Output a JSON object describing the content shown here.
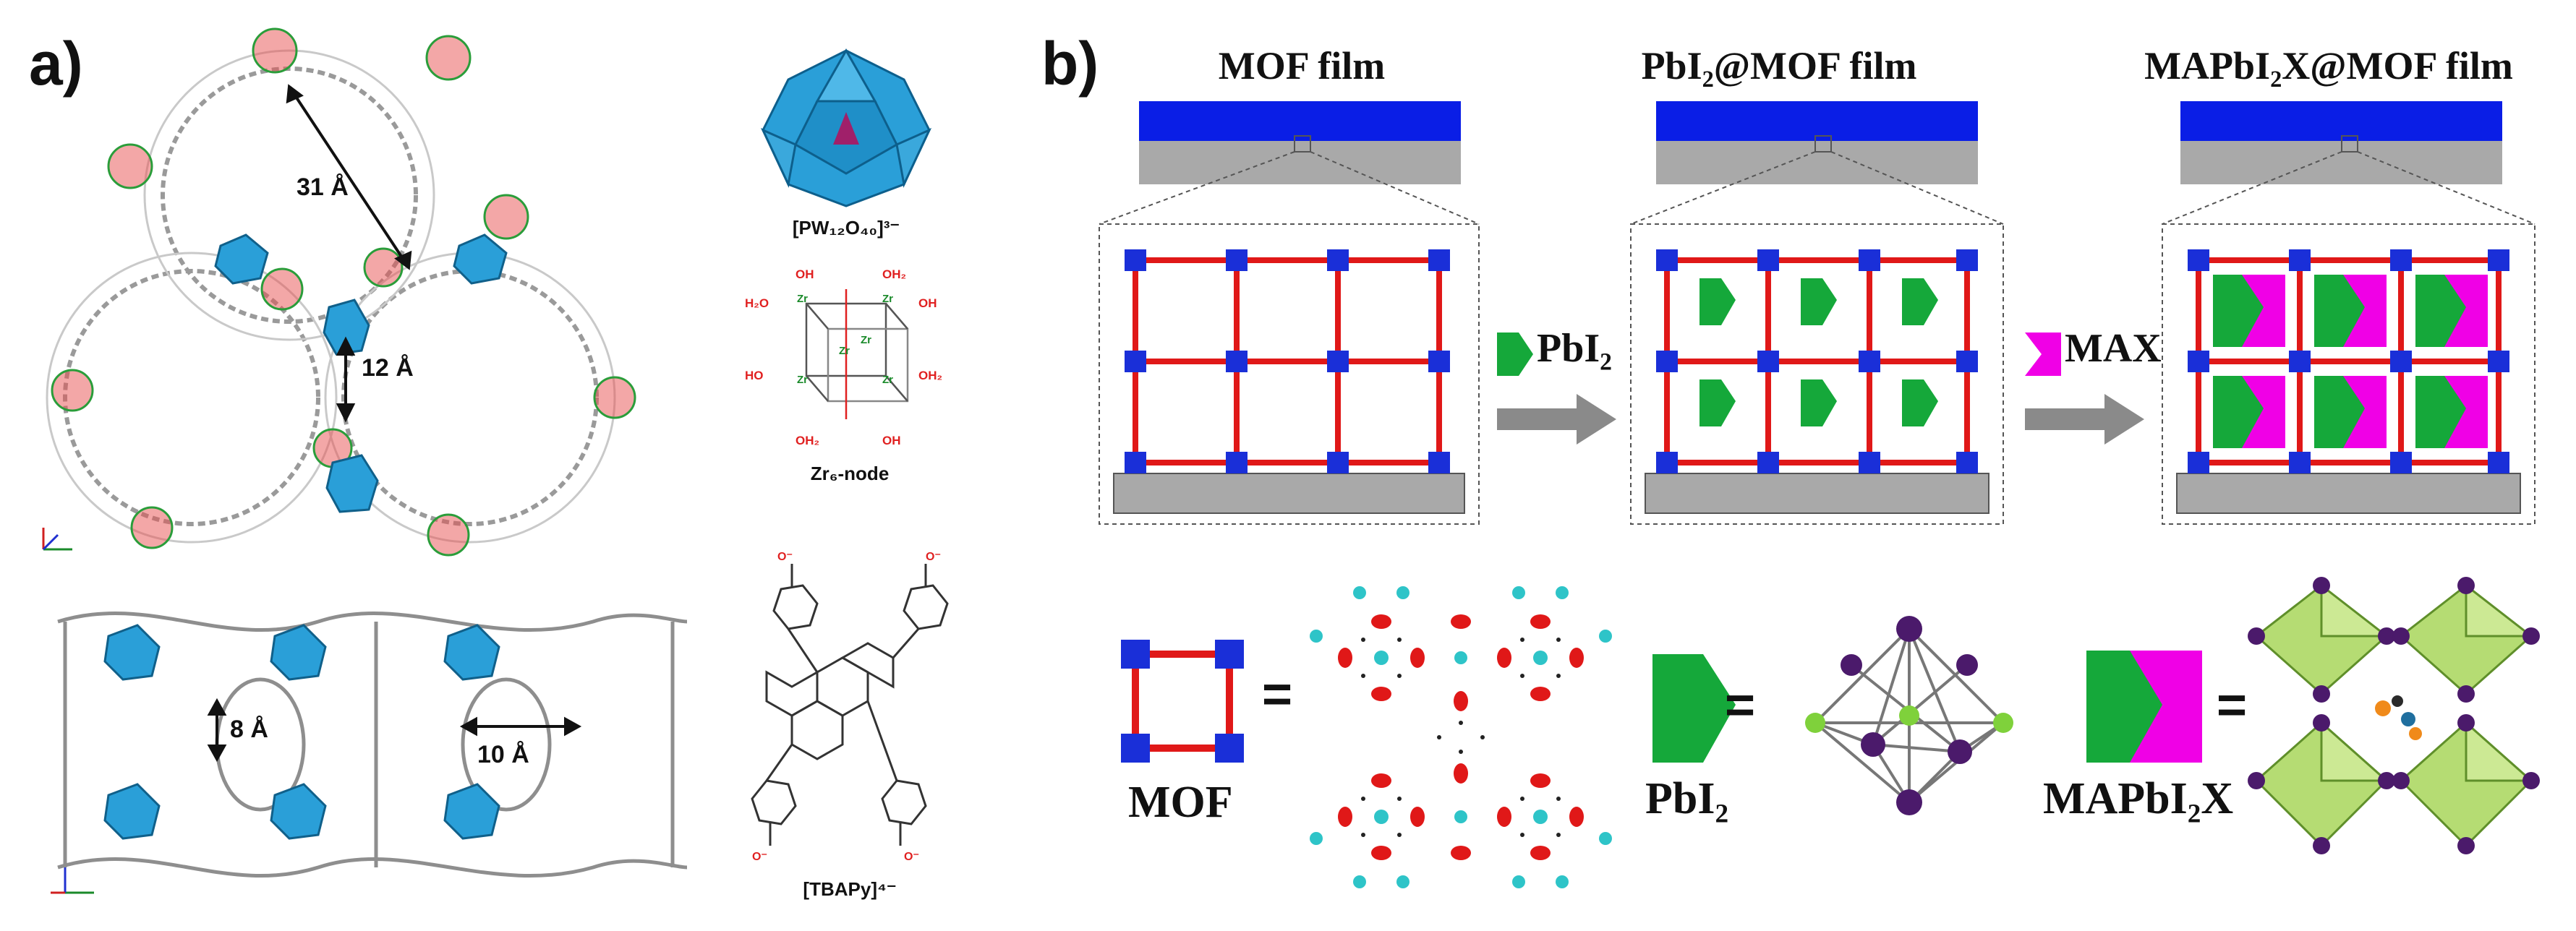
{
  "panel_a": {
    "label": "a)",
    "dim_31": "31 Å",
    "dim_12": "12 Å",
    "dim_8": "8 Å",
    "dim_10": "10 Å",
    "pom_caption": "[PW₁₂O₄₀]³⁻",
    "zr_node_caption": "Zr₆-node",
    "linker_caption": "[TBAPy]⁴⁻",
    "zr_labels": [
      "OH",
      "OH₂",
      "H₂O",
      "Zr",
      "OH",
      "HO",
      "OH₂",
      "OH₂",
      "OH"
    ]
  },
  "panel_b": {
    "label": "b)",
    "stage1_title": "MOF film",
    "stage2_title": "PbI₂@MOF film",
    "stage3_title": "MAPbI₂X@MOF film",
    "arrow1_label": "PbI₂",
    "arrow2_label": "MAX",
    "legend_mof": "MOF",
    "legend_pbi2": "PbI₂",
    "legend_mapbi2x": "MAPbI₂X",
    "equals": "="
  },
  "colors": {
    "film_blue": "#0a1ee6",
    "substrate_gray": "#a9a9a9",
    "node_blue": "#1a2fd8",
    "linker_red": "#e01818",
    "pbi2_green": "#15a83a",
    "max_magenta": "#f000e6",
    "pom_blue": "#2a9fd8",
    "octahedra_green": "#8cc63f",
    "iodide_purple": "#4b1a6b"
  }
}
